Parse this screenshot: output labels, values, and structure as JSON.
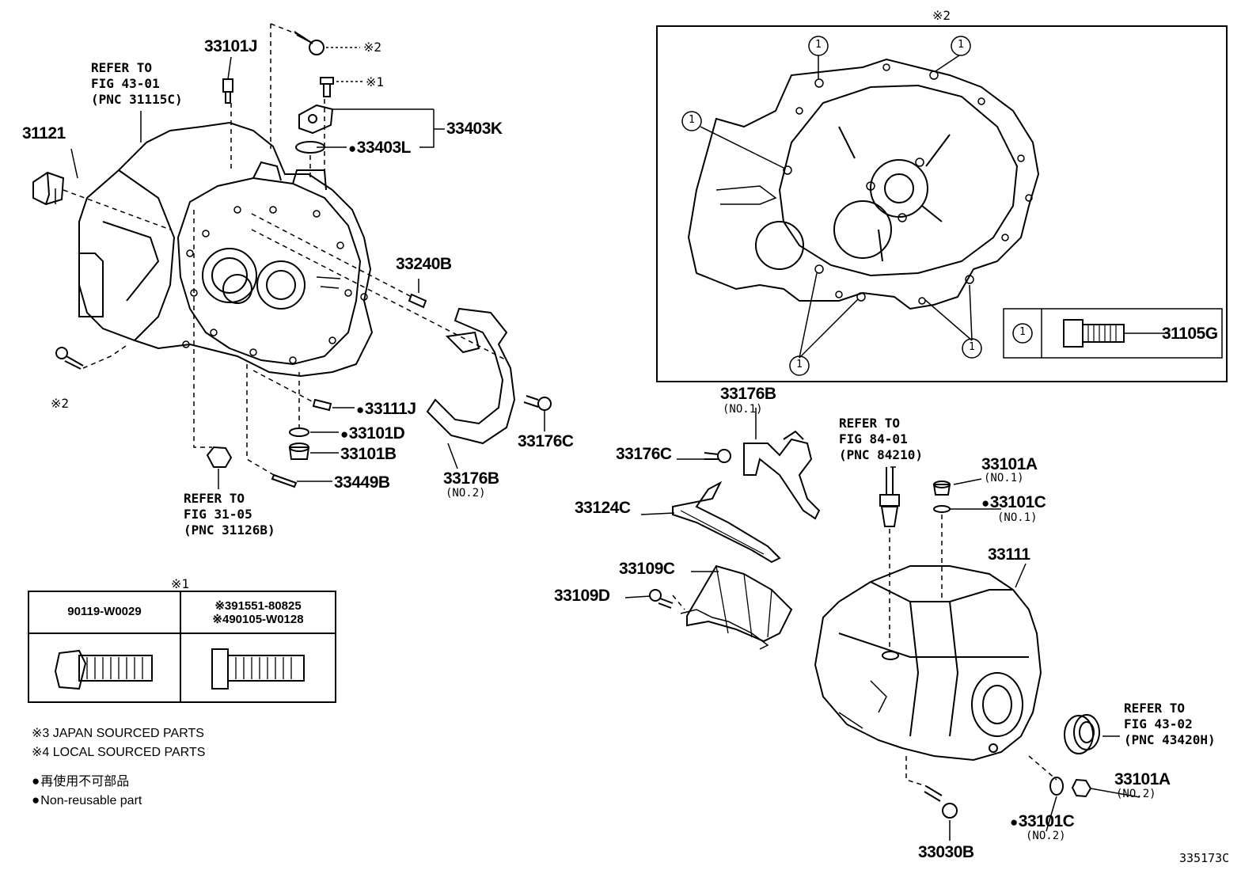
{
  "labels": {
    "p33101J": "33101J",
    "mark2_a": "※2",
    "mark1_a": "※1",
    "p33403K": "33403K",
    "p33403L": "33403L",
    "p31121": "31121",
    "p33240B": "33240B",
    "p33111J": "33111J",
    "p33101D": "33101D",
    "p33101B": "33101B",
    "p33449B": "33449B",
    "p33176B_left": "33176B",
    "no2_left": "(NO.2)",
    "p33176C_left": "33176C",
    "mark2_b": "※2",
    "p33176B_right": "33176B",
    "no1_right": "(NO.1)",
    "p33176C_right": "33176C",
    "p33124C": "33124C",
    "p33109C": "33109C",
    "p33109D": "33109D",
    "p33101A_top": "33101A",
    "no1_a": "(NO.1)",
    "p33101C_top": "33101C",
    "no1_c": "(NO.1)",
    "p33111": "33111",
    "p33101A_bottom": "33101A",
    "no2_a": "(NO.2)",
    "p33101C_bottom": "33101C",
    "no2_c": "(NO.2)",
    "p33030B": "33030B",
    "p31105G": "31105G",
    "mark2_box": "※2",
    "mark1_table": "※1",
    "figure_id": "335173C"
  },
  "refs": {
    "ref_43_01": "REFER TO\nFIG 43-01\n(PNC 31115C)",
    "ref_31_05": "REFER TO\nFIG 31-05\n(PNC 31126B)",
    "ref_84_01": "REFER TO\nFIG 84-01\n(PNC 84210)",
    "ref_43_02": "REFER TO\nFIG 43-02\n(PNC 43420H)"
  },
  "bolt_table": {
    "col1_header": "90119-W0029",
    "col2_header": "※391551-80825\n※490105-W0128"
  },
  "callout_marker": "1",
  "legend": {
    "japan": "※3 JAPAN SOURCED PARTS",
    "local": "※4 LOCAL SOURCED PARTS",
    "nonreusable_jp": "再使用不可部品",
    "nonreusable_en": "Non-reusable part"
  }
}
